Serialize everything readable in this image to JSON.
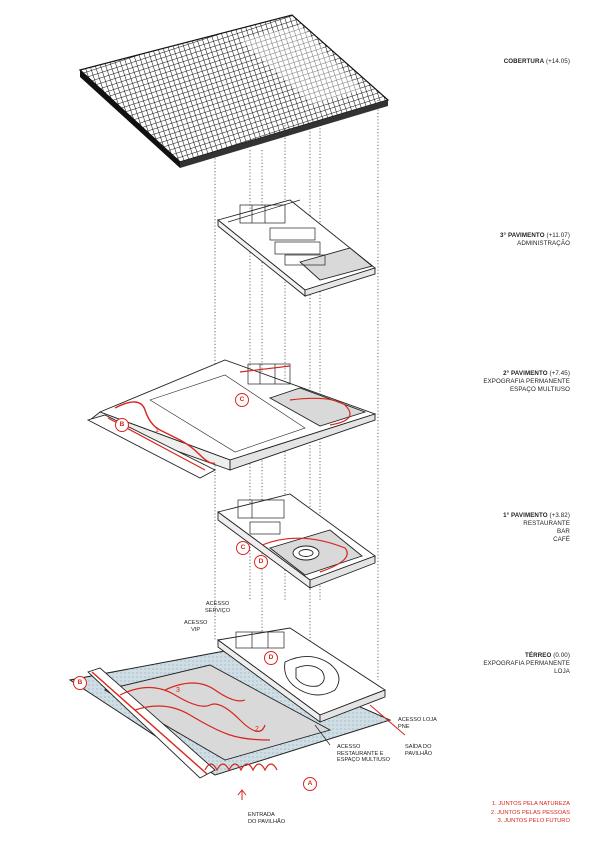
{
  "levels": [
    {
      "name": "COBERTURA",
      "elev": "(+14.05)",
      "lines": []
    },
    {
      "name": "3° PAVIMENTO",
      "elev": "(+11.07)",
      "lines": [
        "ADMINISTRAÇÃO"
      ]
    },
    {
      "name": "2° PAVIMENTO",
      "elev": "(+7.45)",
      "lines": [
        "EXPOGRAFIA PERMANENTE",
        "ESPAÇO MULTIUSO"
      ]
    },
    {
      "name": "1° PAVIMENTO",
      "elev": "(+3.82)",
      "lines": [
        "RESTAURANTE",
        "BAR",
        "CAFÉ"
      ]
    },
    {
      "name": "TÉRREO",
      "elev": "(0.00)",
      "lines": [
        "EXPOGRAFIA PERMANENTE",
        "LOJA"
      ]
    }
  ],
  "annotations": {
    "acesso_servico": [
      "ACESSO",
      "SERVIÇO"
    ],
    "acesso_vip": [
      "ACESSO",
      "VIP"
    ],
    "acesso_loja": [
      "ACESSO LOJA",
      "PNE"
    ],
    "acesso_restaurante": [
      "ACESSO",
      "RESTAURANTE E",
      "ESPAÇO MULTIUSO"
    ],
    "saida": [
      "SAÍDA DO",
      "PAVILHÃO"
    ],
    "entrada": [
      "ENTRADA",
      "DO PAVILHÃO"
    ]
  },
  "markers": {
    "a": "A",
    "b": "B",
    "c": "C",
    "d": "D"
  },
  "path_numbers": {
    "one": "1",
    "two": "2",
    "three": "3"
  },
  "legend": [
    "1. JUNTOS PELA NATUREZA",
    "2. JUNTOS PELAS PESSOAS",
    "3. JUNTOS PELO FUTURO"
  ],
  "colors": {
    "accent": "#d7261e",
    "line": "#222222",
    "fill": "#d9d9d9",
    "water": "#a9c3cf"
  }
}
